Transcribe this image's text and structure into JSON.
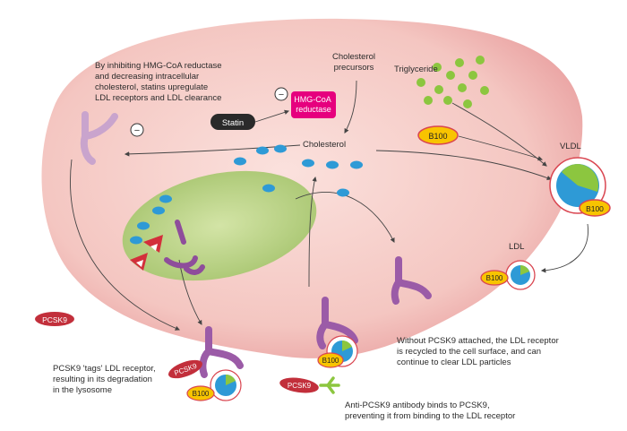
{
  "labels": {
    "statin_text": "By inhibiting HMG-CoA reductase\nand decreasing intracellular\ncholesterol, statins upregulate\nLDL receptors and LDL clearance",
    "cholesterol_precursors": "Cholesterol\nprecursors",
    "triglyceride": "Triglyceride",
    "hmg_coa_reductase": "HMG-CoA\nreductase",
    "statin": "Statin",
    "minus": "−",
    "cholesterol": "Cholesterol",
    "b100": "B100",
    "vldl": "VLDL",
    "ldl": "LDL",
    "pcsk9": "PCSK9",
    "pcsk9_tags": "PCSK9 'tags' LDL receptor,\nresulting in its degradation\nin the lysosome",
    "recycled": "Without PCSK9 attached, the LDL receptor\nis recycled to the cell surface, and can\ncontinue to clear LDL particles",
    "antibody": "Anti-PCSK9 antibody binds to PCSK9,\npreventing it from binding to the LDL receptor"
  },
  "colors": {
    "cell": "#f3c2bd",
    "lysosome": "#bcd488",
    "receptor": "#9b5ba7",
    "cholesterol_dot": "#2e9ad6",
    "triglyceride_dot": "#8cc63f",
    "pcsk9": "#c22f3b",
    "hmg": "#e6007e",
    "b100": "#f8c400",
    "vldl_ring": "#d94550",
    "antibody": "#8cc63f"
  }
}
